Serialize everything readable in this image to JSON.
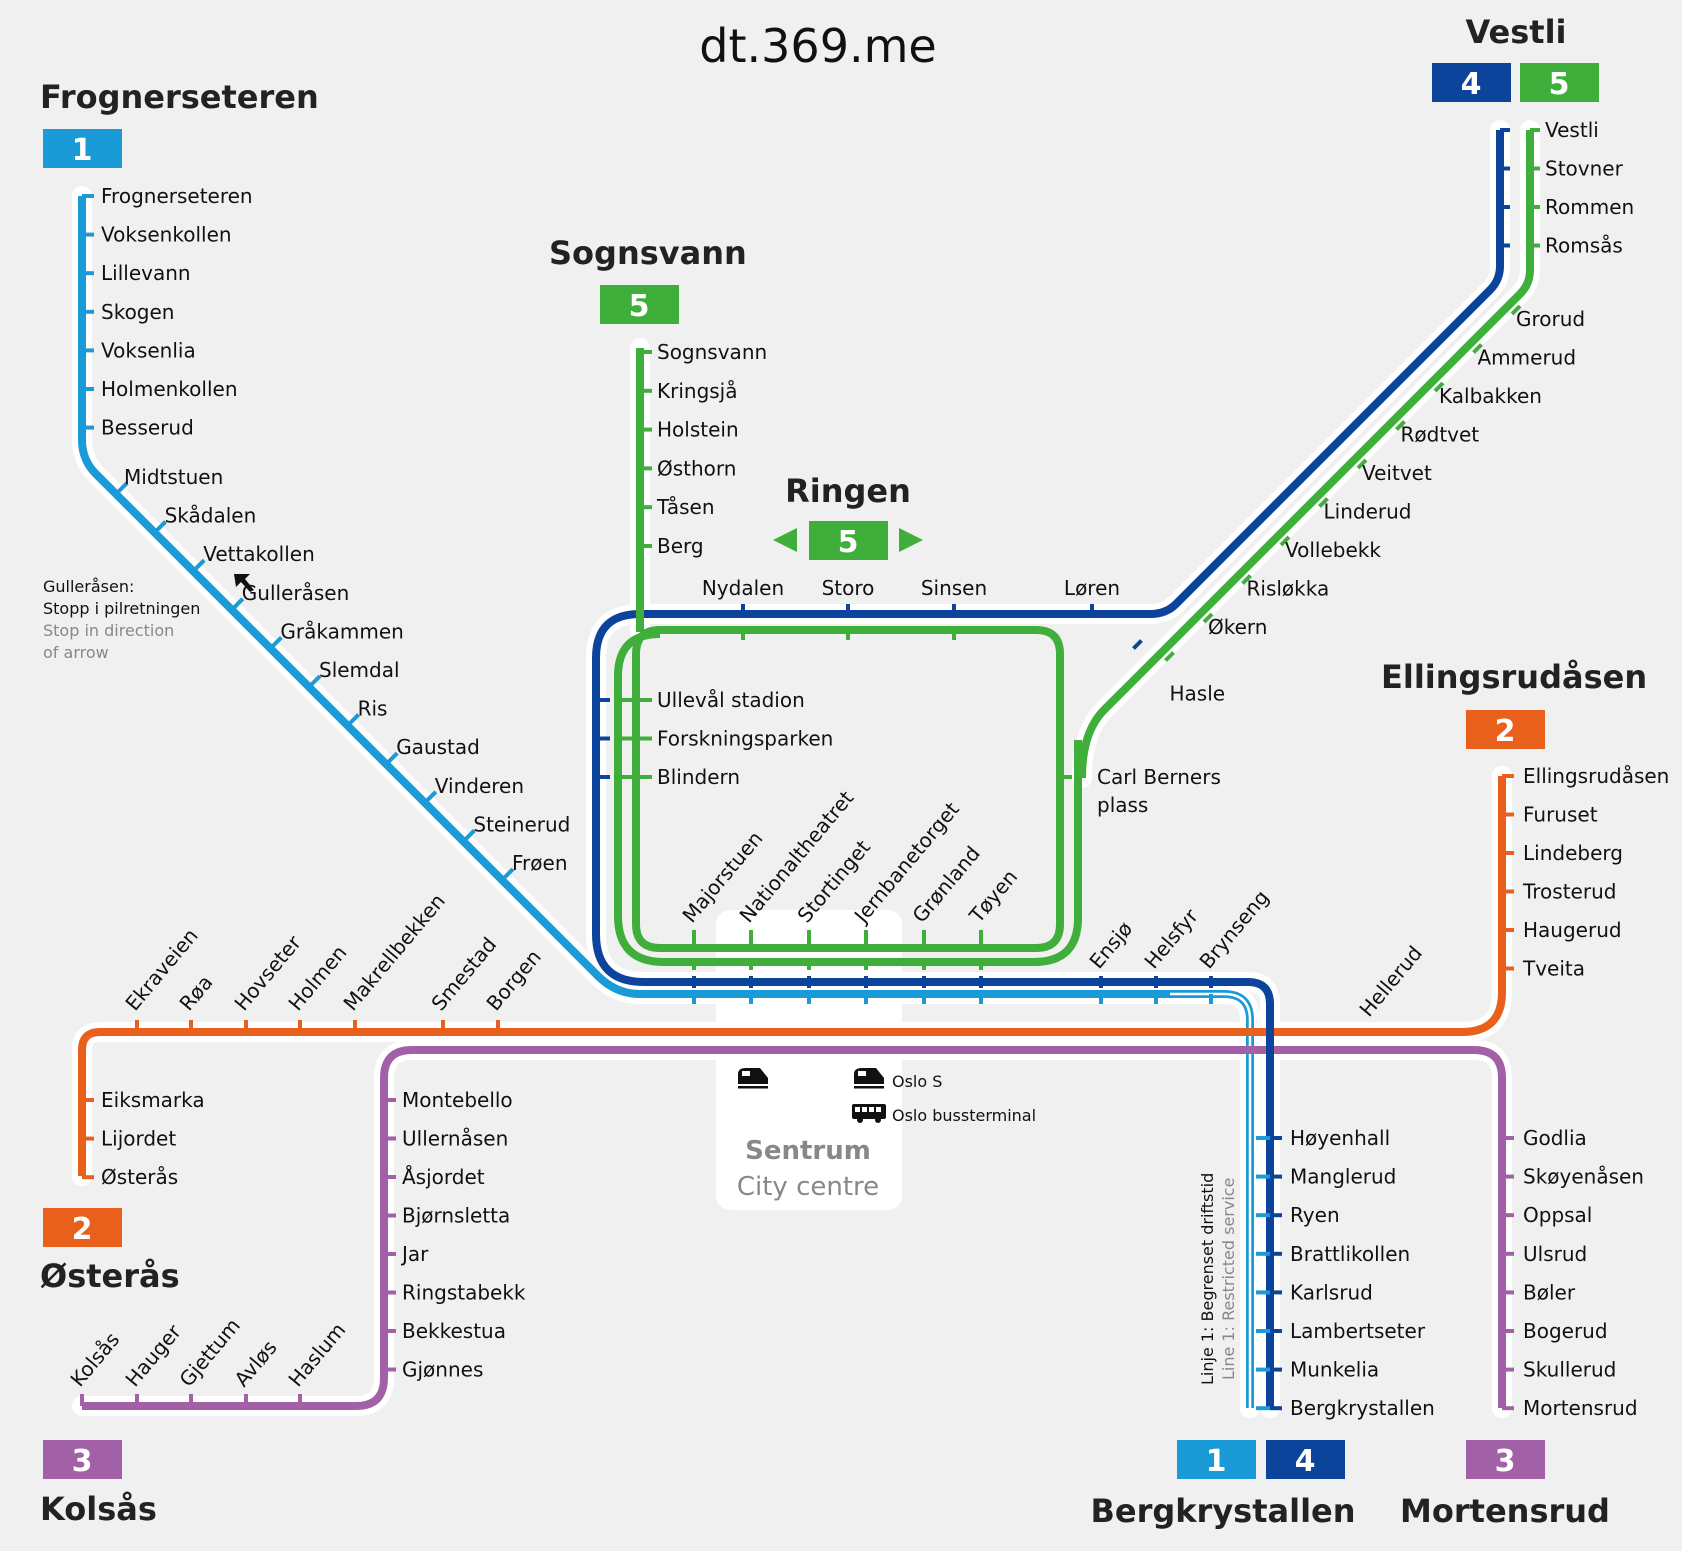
{
  "site_title": "dt.369.me",
  "colors": {
    "line1": "#1a9ad6",
    "line2": "#e8601c",
    "line3": "#a261a6",
    "line4": "#0b449a",
    "line5": "#3fae3a",
    "background": "#f0f0f0"
  },
  "terminals": {
    "frognerseteren": {
      "title": "Frognerseteren",
      "badge": "1"
    },
    "sognsvann": {
      "title": "Sognsvann",
      "badge": "5"
    },
    "ringen": {
      "title": "Ringen",
      "badge": "5"
    },
    "vestli": {
      "title": "Vestli",
      "badge_a": "4",
      "badge_b": "5"
    },
    "ellingsrudasen": {
      "title": "Ellingsrudåsen",
      "badge": "2"
    },
    "osteras": {
      "title": "Østerås",
      "badge": "2"
    },
    "kolsas": {
      "title": "Kolsås",
      "badge": "3"
    },
    "bergkrystallen": {
      "title": "Bergkrystallen",
      "badge_a": "1",
      "badge_b": "4"
    },
    "mortensrud": {
      "title": "Mortensrud",
      "badge": "3"
    }
  },
  "stations": {
    "line1_west": [
      "Frognerseteren",
      "Voksenkollen",
      "Lillevann",
      "Skogen",
      "Voksenlia",
      "Holmenkollen",
      "Besserud"
    ],
    "line1_diag": [
      "Midtstuen",
      "Skådalen",
      "Vettakollen",
      "Gulleråsen",
      "Gråkammen",
      "Slemdal",
      "Ris",
      "Gaustad",
      "Vinderen",
      "Steinerud",
      "Frøen"
    ],
    "line5_sognsvann": [
      "Sognsvann",
      "Kringsjå",
      "Holstein",
      "Østhorn",
      "Tåsen",
      "Berg"
    ],
    "ring_top": [
      "Nydalen",
      "Storo",
      "Sinsen",
      "Løren"
    ],
    "ring_west": [
      "Ullevål stadion",
      "Forskningsparken",
      "Blindern"
    ],
    "ring_east": "Carl Berners plass",
    "city": [
      "Majorstuen",
      "Nationaltheatret",
      "Stortinget",
      "Jernbanetorget",
      "Grønland",
      "Tøyen"
    ],
    "east_common": [
      "Ensjø",
      "Helsfyr",
      "Brynseng"
    ],
    "line2_west": [
      "Ekraveien",
      "Røa",
      "Hovseter",
      "Holmen",
      "Makrellbekken",
      "Smestad",
      "Borgen"
    ],
    "line2_east_diag": "Hellerud",
    "line2_osteras": [
      "Eiksmarka",
      "Lijordet",
      "Østerås"
    ],
    "line2_ellingsrud": [
      "Ellingsrudåsen",
      "Furuset",
      "Lindeberg",
      "Trosterud",
      "Haugerud",
      "Tveita"
    ],
    "line3_west": [
      "Montebello",
      "Ullernåsen",
      "Åsjordet",
      "Bjørnsletta",
      "Jar",
      "Ringstabekk",
      "Bekkestua",
      "Gjønnes"
    ],
    "line3_kolsas": [
      "Kolsås",
      "Hauger",
      "Gjettum",
      "Avløs",
      "Haslum"
    ],
    "line3_mortensrud": [
      "Godlia",
      "Skøyenåsen",
      "Oppsal",
      "Ulsrud",
      "Bøler",
      "Bogerud",
      "Skullerud",
      "Mortensrud"
    ],
    "line4_bergkrystallen": [
      "Høyenhall",
      "Manglerud",
      "Ryen",
      "Brattlikollen",
      "Karlsrud",
      "Lambertseter",
      "Munkelia",
      "Bergkrystallen"
    ],
    "vestli_branch": [
      "Vestli",
      "Stovner",
      "Rommen",
      "Romsås"
    ],
    "vestli_diag": [
      "Grorud",
      "Ammerud",
      "Kalbakken",
      "Rødtvet",
      "Veitvet",
      "Linderud",
      "Vollebekk",
      "Risløkka",
      "Økern",
      "Hasle"
    ]
  },
  "notes": {
    "gullerasen_no": [
      "Gulleråsen:",
      "Stopp i pilretningen"
    ],
    "gullerasen_en": [
      "Stop in direction",
      "of arrow"
    ],
    "line1_restricted_no": "Linje 1: Begrenset driftstid",
    "line1_restricted_en": "Line 1: Restricted service"
  },
  "centre": {
    "title": "Sentrum",
    "subtitle": "City centre",
    "oslo_s": "Oslo S",
    "bus_terminal": "Oslo bussterminal",
    "train_icon": "train-icon",
    "bus_icon": "bus-icon"
  }
}
